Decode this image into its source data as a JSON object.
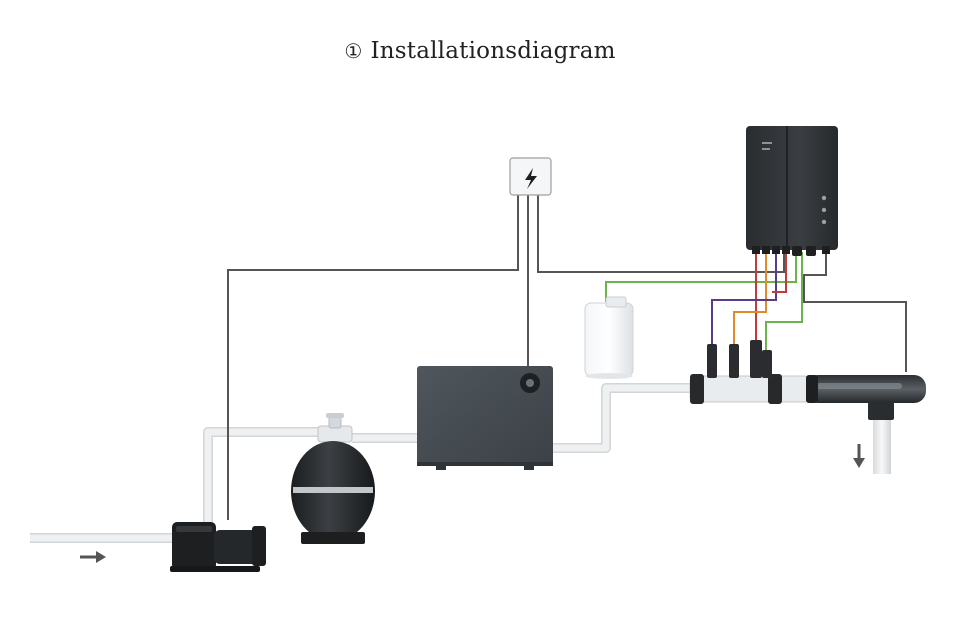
{
  "title": {
    "number": "①",
    "text": "Installationsdiagram"
  },
  "colors": {
    "pipe": "#e9ebec",
    "pipe_edge": "#d3d6d8",
    "cable_grey": "#555555",
    "cable_green": "#6bb24a",
    "cable_purple": "#5b3a8c",
    "cable_orange": "#e08a2a",
    "cable_red": "#c43a3a",
    "device_dark": "#2f3336",
    "heat_pump": "#454c52"
  },
  "components": [
    {
      "id": "power-box",
      "icon": "lightning-bolt-icon"
    },
    {
      "id": "control-unit"
    },
    {
      "id": "chemical-tank"
    },
    {
      "id": "heat-pump"
    },
    {
      "id": "sand-filter"
    },
    {
      "id": "circulation-pump"
    },
    {
      "id": "manifold"
    },
    {
      "id": "uv-chamber"
    }
  ],
  "arrows": [
    {
      "id": "inflow-arrow",
      "direction": "right"
    },
    {
      "id": "outflow-arrow",
      "direction": "down"
    }
  ]
}
